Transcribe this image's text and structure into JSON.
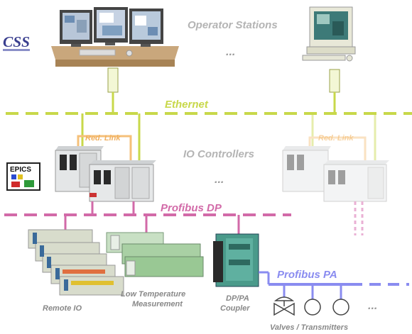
{
  "logo_css": "CSS",
  "logo_epics": "EPICS",
  "labels": {
    "operator_stations": "Operator Stations",
    "ethernet": "Ethernet",
    "io_controllers": "IO Controllers",
    "red_link_left": "Red. Link",
    "red_link_right": "Red. Link",
    "profibus_dp": "Profibus DP",
    "profibus_pa": "Profibus PA",
    "remote_io": "Remote IO",
    "low_temp_line1": "Low Temperature",
    "low_temp_line2": "Measurement",
    "dppa_line1": "DP/PA",
    "dppa_line2": "Coupler",
    "valves": "Valves / Transmitters",
    "ellipsis_top": "...",
    "ellipsis_mid": "...",
    "ellipsis_pa": "..."
  },
  "colors": {
    "ethernet": "#c8d84a",
    "profibus_dp": "#d26aa8",
    "profibus_pa": "#8a8cf0",
    "red_link": "#f5c07a",
    "label_grey": "#b4b4b4"
  }
}
